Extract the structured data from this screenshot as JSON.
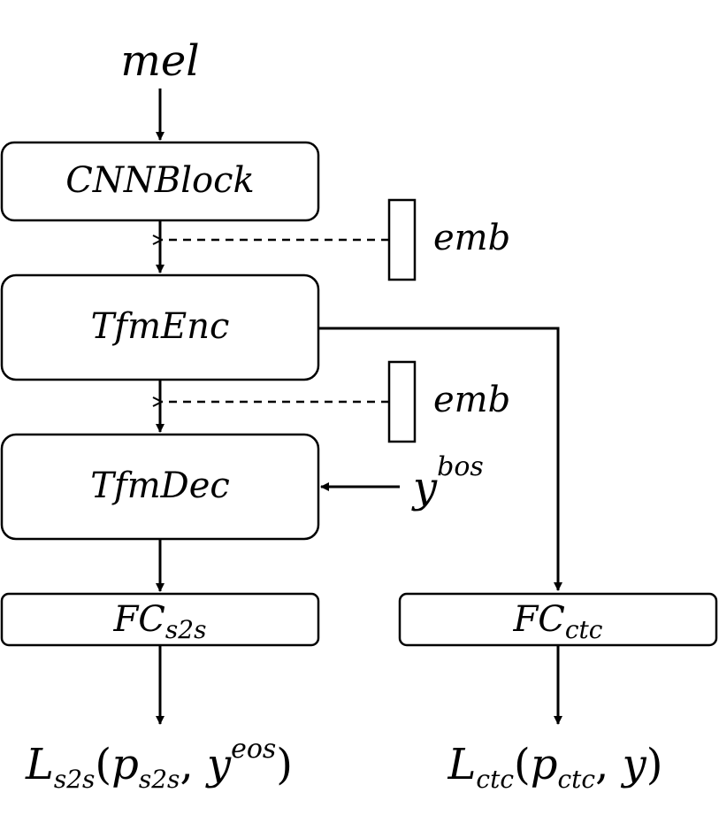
{
  "input": {
    "label": "mel"
  },
  "blocks": {
    "cnn": {
      "label": "CNNBlock"
    },
    "encoder": {
      "label": "TfmEnc"
    },
    "decoder": {
      "label": "TfmDec"
    },
    "fc_s2s": {
      "label_main": "FC",
      "label_sub": "s2s"
    },
    "fc_ctc": {
      "label_main": "FC",
      "label_sub": "ctc"
    }
  },
  "embeddings": [
    {
      "label": "emb"
    },
    {
      "label": "emb"
    }
  ],
  "decoder_input": {
    "main": "y",
    "sup": "bos"
  },
  "losses": {
    "s2s": {
      "L": "L",
      "L_sub": "s2s",
      "open": "(",
      "p": "p",
      "p_sub": "s2s",
      "comma": ", ",
      "y": "y",
      "y_sup": "eos",
      "close": ")"
    },
    "ctc": {
      "L": "L",
      "L_sub": "ctc",
      "open": "(",
      "p": "p",
      "p_sub": "ctc",
      "comma": ", ",
      "y": "y",
      "close": ")"
    }
  },
  "colors": {
    "stroke": "#000000",
    "background": "#ffffff"
  }
}
